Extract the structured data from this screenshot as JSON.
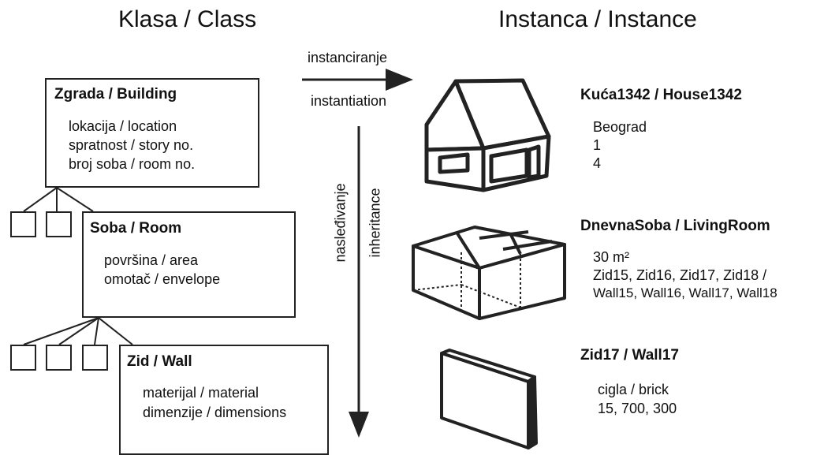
{
  "headings": {
    "class": "Klasa / Class",
    "instance": "Instanca / Instance"
  },
  "arrows": {
    "instantiation_top": "instanciranje",
    "instantiation_bottom": "instantiation",
    "inheritance_left": "nasleđivanje",
    "inheritance_right": "inheritance"
  },
  "classes": [
    {
      "title": "Zgrada / Building",
      "attributes": [
        "lokacija / location",
        "spratnost / story no.",
        "broj soba / room no."
      ]
    },
    {
      "title": "Soba / Room",
      "attributes": [
        "površina / area",
        "omotač / envelope"
      ]
    },
    {
      "title": "Zid / Wall",
      "attributes": [
        "materijal / material",
        "dimenzije / dimensions"
      ]
    }
  ],
  "instances": [
    {
      "title": "Kuća1342 / House1342",
      "values": [
        "Beograd",
        "1",
        "4"
      ],
      "icon": "house-icon"
    },
    {
      "title": "DnevnaSoba / LivingRoom",
      "values": [
        "30 m²",
        "Zid15, Zid16, Zid17, Zid18 /",
        "Wall15, Wall16, Wall17, Wall18"
      ],
      "icon": "room-icon"
    },
    {
      "title": "Zid17 / Wall17",
      "values": [
        "cigla / brick",
        "15, 700, 300"
      ],
      "icon": "wall-icon"
    }
  ]
}
